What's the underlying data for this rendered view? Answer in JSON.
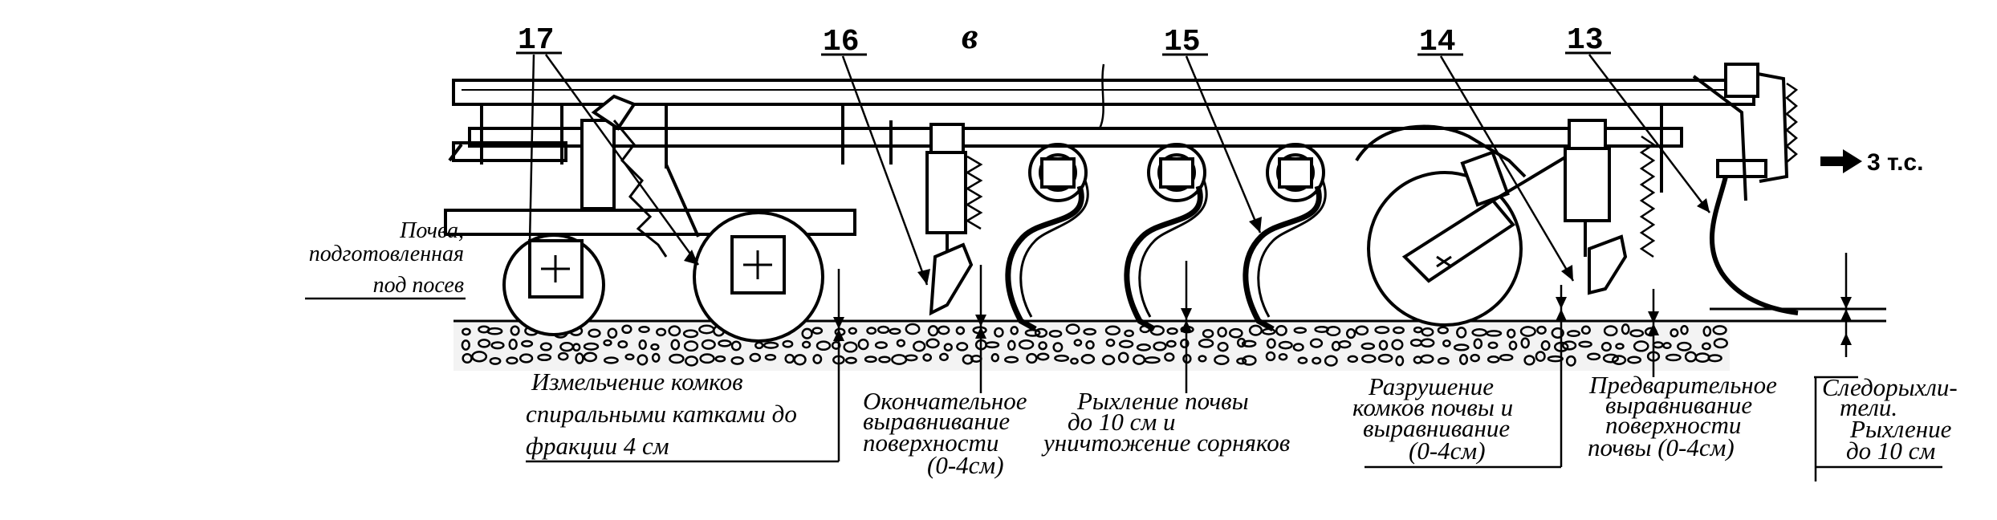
{
  "panel_letter": "в",
  "callouts": {
    "n17": "17",
    "n16": "16",
    "n15": "15",
    "n14": "14",
    "n13": "13"
  },
  "direction_label": "3 т.с.",
  "labels": {
    "soil": [
      "Почва,",
      "подготовленная",
      "под посев"
    ],
    "crushing": [
      "Измельчение комков",
      "спиральными катками до",
      "фракции 4 см"
    ],
    "final_leveling": [
      "Окончательное",
      "выравнивание",
      "поверхности",
      "(0-4см)"
    ],
    "loosening": [
      "Рыхление почвы",
      "до 10 см и",
      "уничтожение сорняков"
    ],
    "breaking": [
      "Разрушение",
      "комков почвы и",
      "выравнивание",
      "(0-4см)"
    ],
    "pre_leveling": [
      "Предварительное",
      "выравнивание",
      "поверхности",
      "почвы (0-4см)"
    ],
    "track_loosener": [
      "Следорыхли-",
      "тели.",
      "Рыхление",
      "до 10 см"
    ]
  }
}
